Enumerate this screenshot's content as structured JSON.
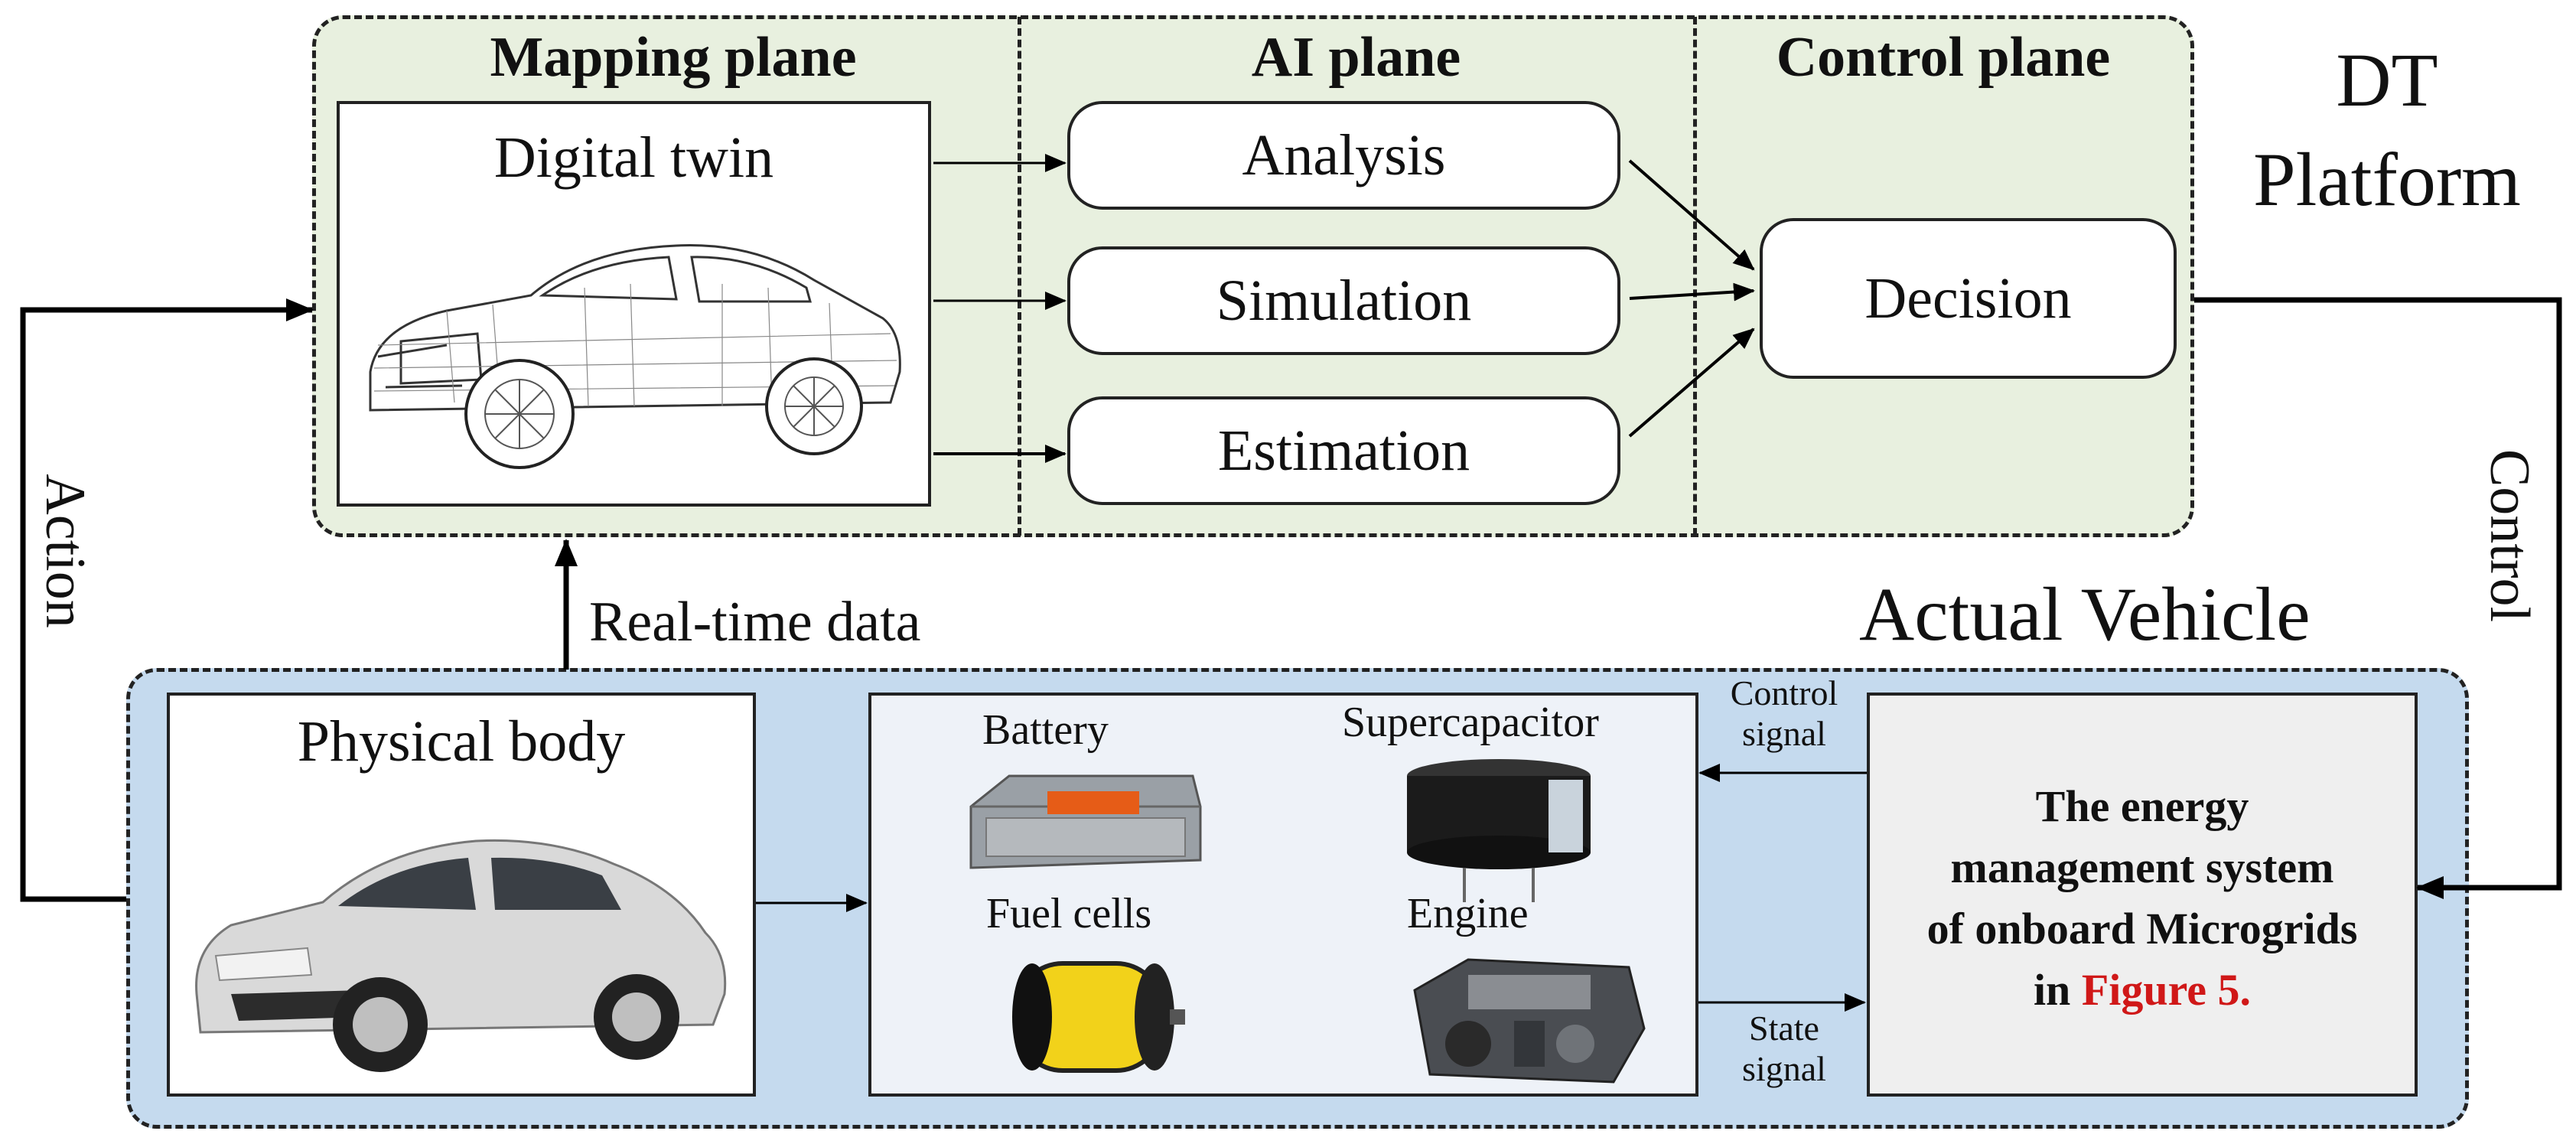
{
  "dt_platform": {
    "label_line1": "DT",
    "label_line2": "Platform",
    "planes": {
      "mapping": "Mapping plane",
      "ai": "AI plane",
      "control": "Control plane"
    },
    "digital_twin_label": "Digital twin",
    "ai_nodes": [
      "Analysis",
      "Simulation",
      "Estimation"
    ],
    "decision": "Decision"
  },
  "actual_vehicle": {
    "label": "Actual Vehicle",
    "physical_body_label": "Physical body",
    "components": {
      "battery": "Battery",
      "supercapacitor": "Supercapacitor",
      "fuel_cells": "Fuel cells",
      "engine": "Engine"
    },
    "ems": {
      "line1": "The energy",
      "line2": "management system",
      "line3": "of onboard Microgrids",
      "line4_prefix": "in ",
      "line4_ref": "Figure 5."
    },
    "control_signal": [
      "Control",
      "signal"
    ],
    "state_signal": [
      "State",
      "signal"
    ]
  },
  "flows": {
    "action": "Action",
    "control": "Control",
    "real_time_data": "Real-time data"
  },
  "colors": {
    "dt_background": "#e8f0df",
    "vehicle_background": "#c5daee",
    "ems_background": "#efefef",
    "figure_ref": "#d01818"
  }
}
